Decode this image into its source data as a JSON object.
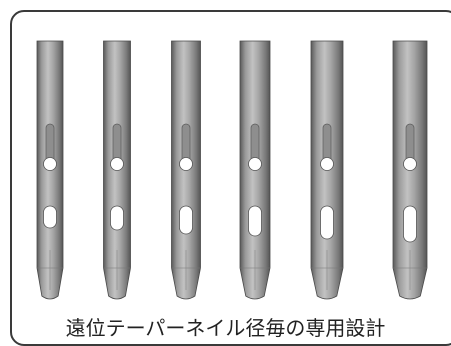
{
  "caption": "遠位テーパーネイル径毎の専用設計",
  "nails": [
    {
      "name": "nail-1"
    },
    {
      "name": "nail-2"
    },
    {
      "name": "nail-3"
    },
    {
      "name": "nail-4"
    },
    {
      "name": "nail-5"
    },
    {
      "name": "nail-6"
    }
  ],
  "colors": {
    "frame": "#3a3a3a",
    "metal_light": "#b6b6b6",
    "metal_mid": "#8a8a8a",
    "metal_dark": "#555555",
    "hole": "#ffffff"
  }
}
